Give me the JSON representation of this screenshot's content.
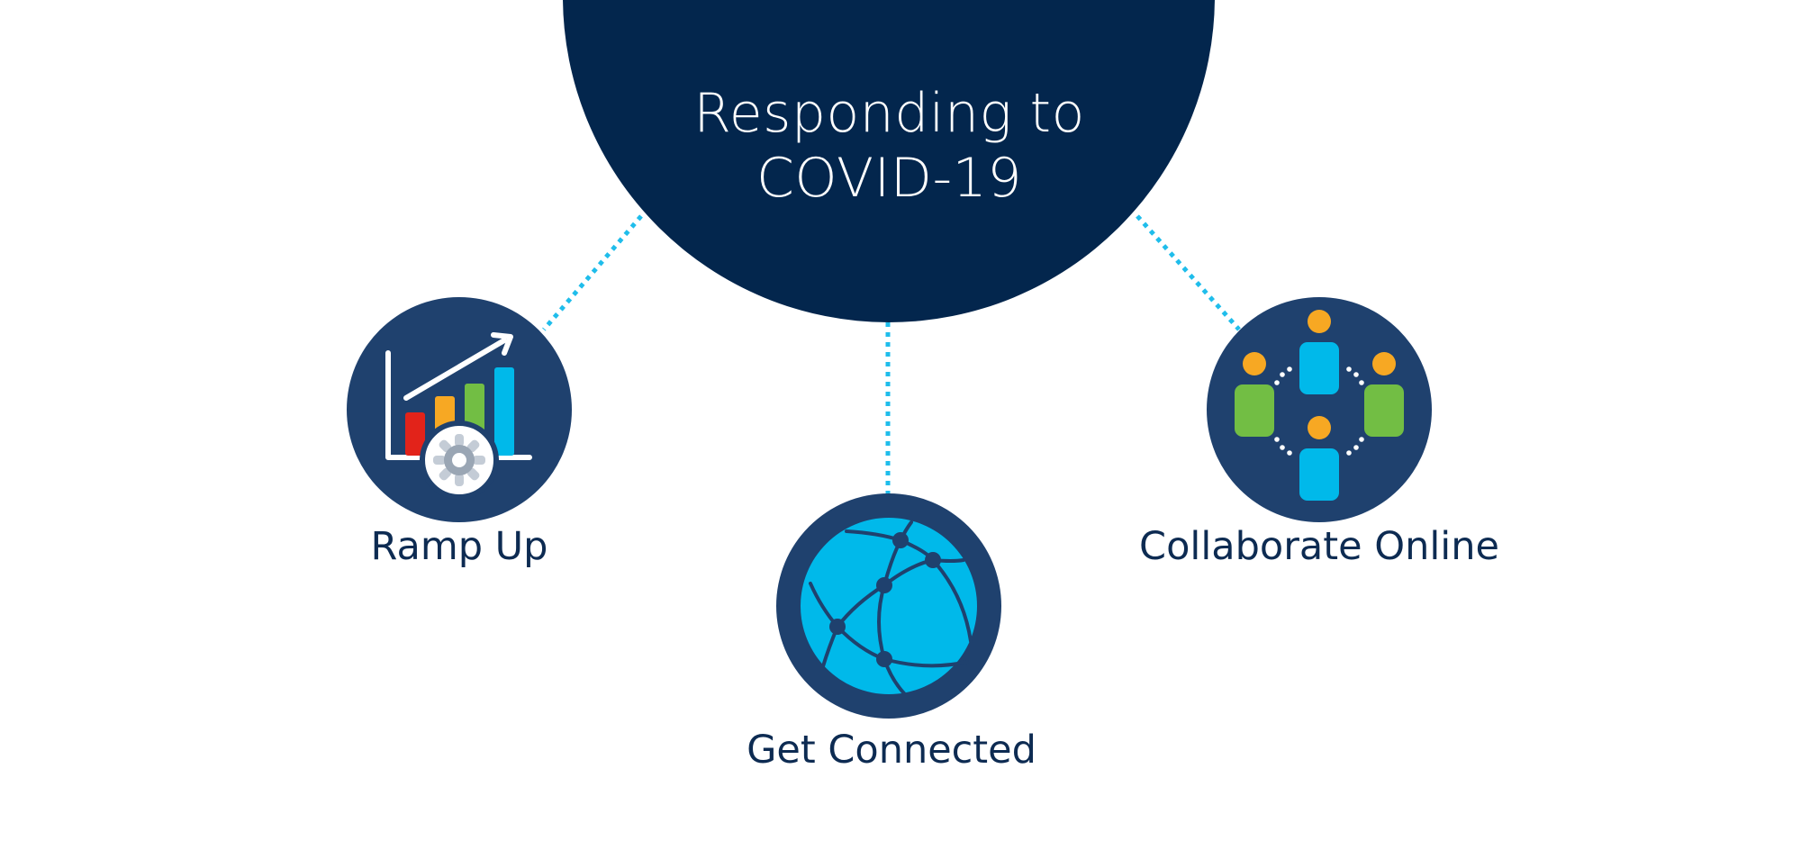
{
  "colors": {
    "navy": "#03264d",
    "node_bg": "#1f416e",
    "connector": "#1fbdeb",
    "cyan": "#00b9ea",
    "orange": "#f7a823",
    "green": "#72be44",
    "red": "#e2231a",
    "label_text": "#0d2b52"
  },
  "hub": {
    "title_line1": "Responding to",
    "title_line2": "COVID-19"
  },
  "nodes": [
    {
      "id": "ramp-up",
      "label": "Ramp Up",
      "icon": "growth-chart-gear-icon"
    },
    {
      "id": "get-connected",
      "label": "Get Connected",
      "icon": "network-globe-icon"
    },
    {
      "id": "collaborate-online",
      "label": "Collaborate Online",
      "icon": "people-network-icon"
    }
  ]
}
